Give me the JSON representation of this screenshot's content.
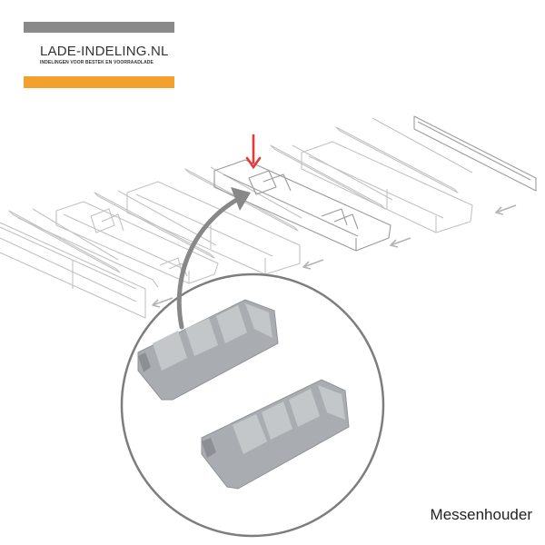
{
  "brand": {
    "name": "LADE-INDELING.NL",
    "tagline": "INDELINGEN VOOR BESTEK EN VOORRAADLADE"
  },
  "caption": "Messenhouder",
  "icons": {
    "down_arrow": "red-down-arrow-icon",
    "curved_arrow": "curved-arrow-icon",
    "direction_arrows": "left-arrow-icon"
  },
  "colors": {
    "logo_gray": "#8a8a8a",
    "logo_orange": "#f4a02c",
    "drawing_line": "#b9b9b9",
    "accent_red": "#e53935",
    "circle_gray": "#7d7d7d",
    "part_gray": "#a9adb1"
  }
}
